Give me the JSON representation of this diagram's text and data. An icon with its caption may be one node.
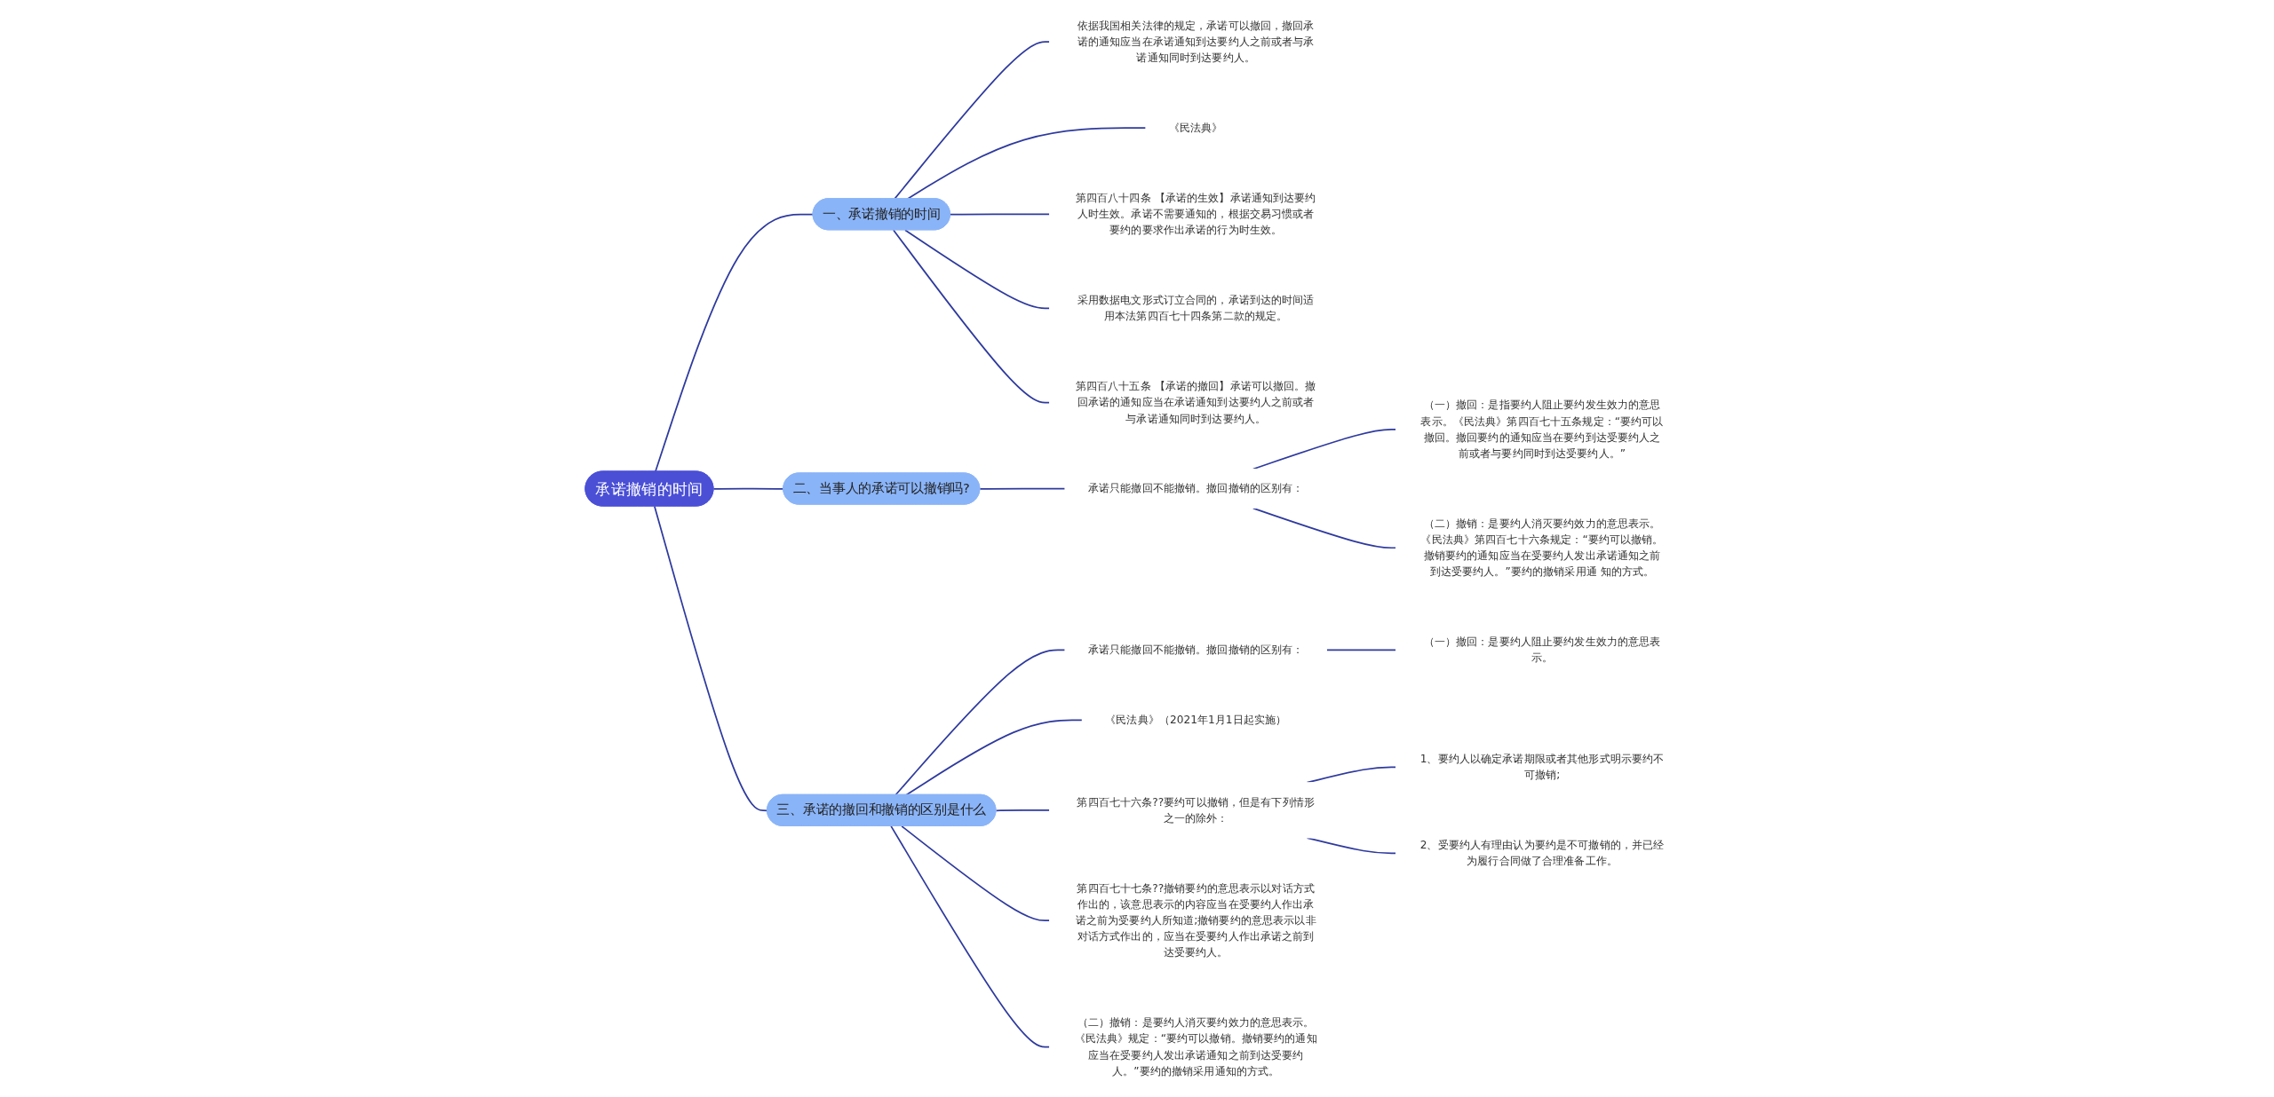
{
  "diagram": {
    "nodes": [
      {
        "text": [
          "承诺撤销的时间"
        ]
      },
      {
        "text": [
          "一、承诺撤销的时间"
        ]
      },
      {
        "text": [
          "依据我国相关法律的规定，承诺可以撤回，撤回承诺的通知应当在承诺通知到达要约人之前或者与承诺通知同时到达要约人。"
        ]
      },
      {
        "text": [
          "《民法典》"
        ]
      },
      {
        "text": [
          "第四百八十四条 【承诺的生效】承诺通知到达要约人时生效。承诺不需要通知的，根据交易习惯或者要约的要求作出承诺的行为时生效。"
        ]
      },
      {
        "text": [
          "采用数据电文形式订立合同的，承诺到达的时间适用本法第四百七十四条第二款的规定。"
        ]
      },
      {
        "text": [
          "第四百八十五条 【承诺的撤回】承诺可以撤回。撤回承诺的通知应当在承诺通知到达要约人之前或者与承诺通知同时到达要约人。"
        ]
      },
      {
        "text": [
          "二、当事人的承诺可以撤销吗?"
        ]
      },
      {
        "text": [
          "承诺只能撤回不能撤销。撤回撤销的区别有："
        ]
      },
      {
        "text": [
          "（一）撤回：是指要约人阻止要约发生效力的意思表示。《民法典》第四百七十五条规定：“要约可以撤回。撤回要约的通知应当在要约到达受要约人之前或者与要约同时到达受要约人。”"
        ]
      },
      {
        "text": [
          "（二）撤销：是要约人消灭要约效力的意思表示。《民法典》第四百七十六条规定：“要约可以撤销。撤销要约的通知应当在受要约人发出承诺通知之前到达受要约人。”要约的撤销采用通 知的方式。"
        ]
      },
      {
        "text": [
          "三、承诺的撤回和撤销的区别是什么"
        ]
      },
      {
        "text": [
          "承诺只能撤回不能撤销。撤回撤销的区别有："
        ]
      },
      {
        "text": [
          "（一）撤回：是要约人阻止要约发生效力的意思表示。"
        ]
      },
      {
        "text": [
          "《民法典》（2021年1月1日起实施）"
        ]
      },
      {
        "text": [
          "第四百七十六条??要约可以撤销，但是有下列情形之一的除外："
        ]
      },
      {
        "text": [
          "1、要约人以确定承诺期限或者其他形式明示要约不可撤销;"
        ]
      },
      {
        "text": [
          "2、受要约人有理由认为要约是不可撤销的，并已经为履行合同做了合理准备工作。"
        ]
      },
      {
        "text": [
          "第四百七十七条??撤销要约的意思表示以对话方式作出的，该意思表示的内容应当在受要约人作出承诺之前为受要约人所知道;撤销要约的意思表示以非对话方式作出的，应当在受要约人作出承诺之前到达受要约人。"
        ]
      },
      {
        "text": [
          "（二）撤销：是要约人消灭要约效力的意思表示。《民法典》规定：“要约可以撤销。撤销要约的通知应当在受要约人发出承诺通知之前到达受要约人。”要约的撤销采用通知的方式。"
        ]
      }
    ],
    "edges": [
      {
        "from": 0,
        "to": 1,
        "arrow": "none"
      },
      {
        "from": 1,
        "to": 2,
        "arrow": "none"
      },
      {
        "from": 1,
        "to": 3,
        "arrow": "none"
      },
      {
        "from": 1,
        "to": 4,
        "arrow": "none"
      },
      {
        "from": 1,
        "to": 5,
        "arrow": "none"
      },
      {
        "from": 1,
        "to": 6,
        "arrow": "none"
      },
      {
        "from": 0,
        "to": 7,
        "arrow": "none"
      },
      {
        "from": 7,
        "to": 8,
        "arrow": "none"
      },
      {
        "from": 8,
        "to": 9,
        "arrow": "none"
      },
      {
        "from": 8,
        "to": 10,
        "arrow": "none"
      },
      {
        "from": 0,
        "to": 11,
        "arrow": "none"
      },
      {
        "from": 11,
        "to": 12,
        "arrow": "none"
      },
      {
        "from": 12,
        "to": 13,
        "arrow": "none"
      },
      {
        "from": 11,
        "to": 14,
        "arrow": "none"
      },
      {
        "from": 11,
        "to": 15,
        "arrow": "none"
      },
      {
        "from": 15,
        "to": 16,
        "arrow": "none"
      },
      {
        "from": 15,
        "to": 17,
        "arrow": "none"
      },
      {
        "from": 11,
        "to": 18,
        "arrow": "none"
      },
      {
        "from": 11,
        "to": 19,
        "arrow": "none"
      }
    ]
  }
}
